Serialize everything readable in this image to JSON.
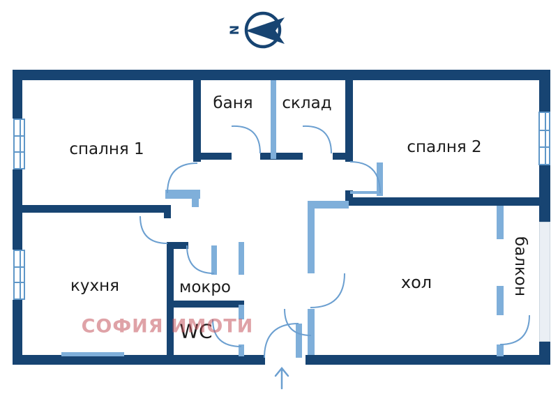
{
  "compass": {
    "letter": "N"
  },
  "rooms": {
    "bedroom1": {
      "label": "спалня 1"
    },
    "bath": {
      "label": "баня"
    },
    "storage": {
      "label": "склад"
    },
    "bedroom2": {
      "label": "спалня 2"
    },
    "kitchen": {
      "label": "кухня"
    },
    "utility": {
      "label": "мокро"
    },
    "wc": {
      "label": "WC"
    },
    "living": {
      "label": "хол"
    },
    "balcony": {
      "label": "балкон"
    }
  },
  "watermark": {
    "text": "СОФИЯ ИМОТИ"
  },
  "icons": {
    "compass": "compass-north-arrow-icon",
    "entry": "entry-arrow-up-icon"
  },
  "colors": {
    "wall": "#174472",
    "fixture": "#7fafda",
    "arc": "#6b9fd0",
    "window": "#5f97c8",
    "railing": "#eaeff4",
    "watermark": "#c4565f",
    "label": "#1b1b1b"
  }
}
